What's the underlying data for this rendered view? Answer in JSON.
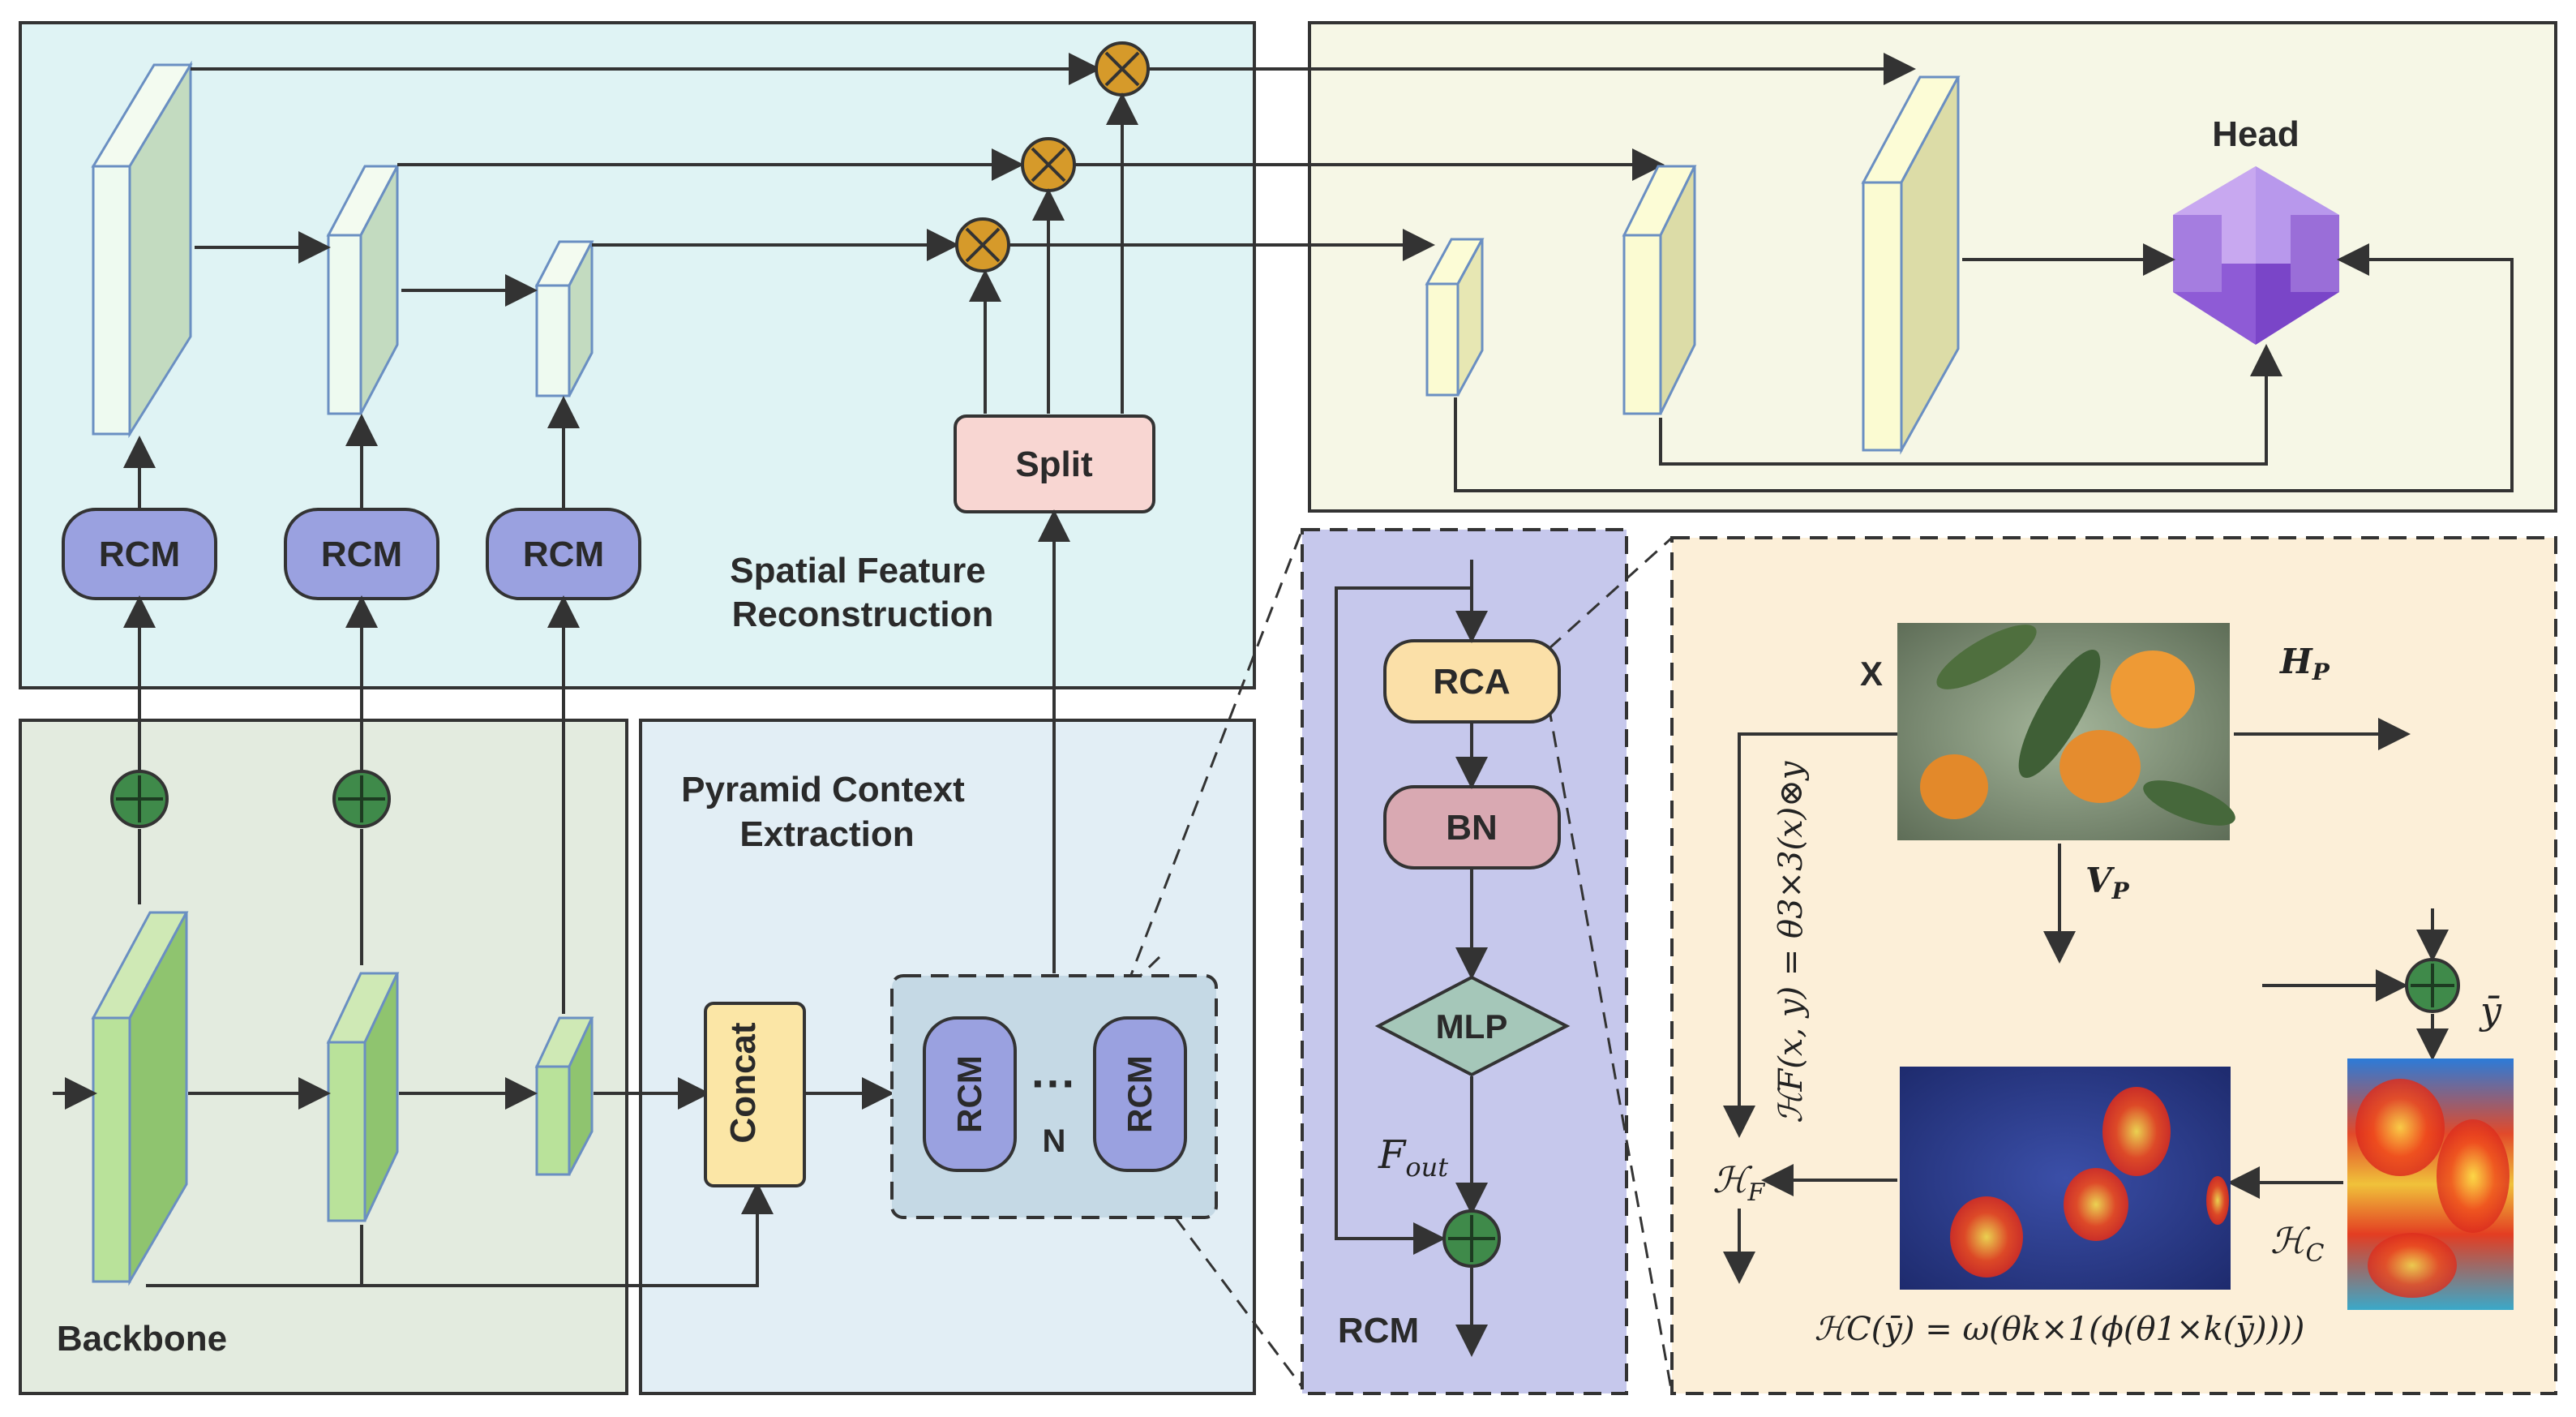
{
  "panels": {
    "spatial_title_line1": "Spatial Feature",
    "spatial_title_line2": "Reconstruction",
    "pyramid_title_line1": "Pyramid Context",
    "pyramid_title_line2": "Extraction",
    "backbone_title": "Backbone",
    "rcm_title": "RCM"
  },
  "blocks": {
    "rcm": "RCM",
    "split": "Split",
    "concat": "Concat",
    "ellipsis": "···",
    "n": "N",
    "head": "Head",
    "rca": "RCA",
    "bn": "BN",
    "mlp": "MLP"
  },
  "math": {
    "x": "X",
    "h_p": "H",
    "h_p_sub": "P",
    "v_p": "V",
    "v_p_sub": "P",
    "y_bar": "ȳ",
    "f_out": "F",
    "f_out_sub": "out",
    "h_f": "ℋ",
    "h_f_sub": "F",
    "h_c": "ℋ",
    "h_c_sub": "C",
    "formula_hf": "ℋF(x, y) = θ3×3(x)⊗y",
    "formula_hc": "ℋC(ȳ) = ω(θk×1(ϕ(θ1×k(ȳ))))"
  },
  "colors": {
    "spatial_bg": "#dff3f4",
    "backbone_bg": "#e3ebdf",
    "pyramid_bg": "#e2eef5",
    "head_panel_bg": "#f6f7e6",
    "rcm_panel_bg": "#c6c8ec",
    "detail_bg": "#fcefd8",
    "rcm_block": "#9aa1e0",
    "split_block": "#f8d6d2",
    "concat_block": "#fbe6a6",
    "rca_block": "#fbe0a8",
    "bn_block": "#d9a9b2",
    "mlp_block": "#a5c7b9",
    "multiply_node": "#d69a2a",
    "add_node": "#3f8a4a",
    "head_purple": "#a57de0"
  }
}
